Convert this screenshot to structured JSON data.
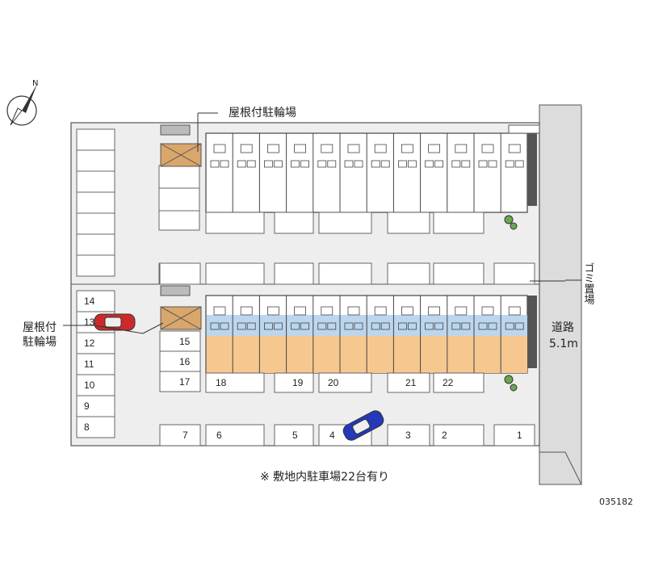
{
  "labels": {
    "covered_bike_parking_top": "屋根付駐輪場",
    "covered_bike_parking_left_line1": "屋根付",
    "covered_bike_parking_left_line2": "駐輪場",
    "road_label": "道路",
    "road_width": "5.1m",
    "garbage_area": "ゴミ置場",
    "note": "※ 敷地内駐車場22台有り",
    "map_code": "035182"
  },
  "parking_spaces": {
    "left_column": [
      "14",
      "13",
      "12",
      "11",
      "10",
      "9",
      "8"
    ],
    "middle_row": [
      "15",
      "16",
      "17",
      "18",
      "19",
      "20",
      "21",
      "22"
    ],
    "bottom_row": [
      "7",
      "6",
      "5",
      "4",
      "3",
      "2",
      "1"
    ]
  },
  "colors": {
    "outline": "#555555",
    "road": "#dcdcdc",
    "lot": "#eeeeee",
    "building_blue": "#bcd6ee",
    "building_orange": "#f6c890",
    "bike_shelter": "#d9a66b",
    "car_red": "#cc2a2a",
    "car_blue": "#2438b8"
  },
  "icons": [
    "compass-north-arrow-icon",
    "bike-shelter-icon",
    "car-icon",
    "tree-icon"
  ]
}
